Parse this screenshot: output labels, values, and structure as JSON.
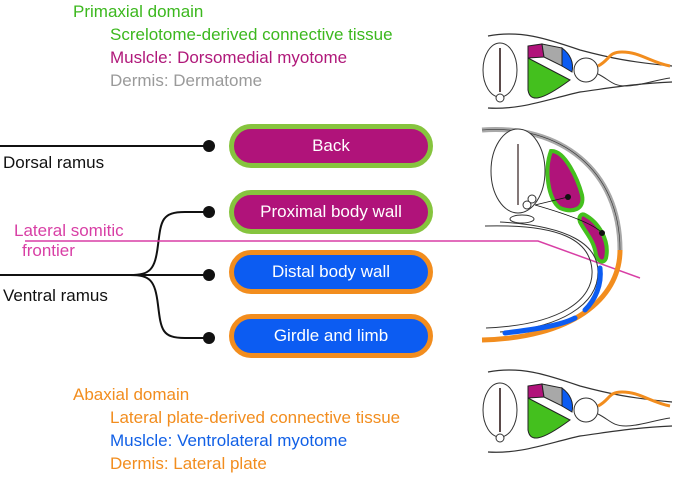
{
  "primaxial": {
    "title": "Primaxial domain",
    "connective": "Screlotome-derived connective tissue",
    "muscle": "Muslcle: Dorsomedial myotome",
    "dermis": "Dermis: Dermatome"
  },
  "abaxial": {
    "title": "Abaxial domain",
    "connective": "Lateral plate-derived connective tissue",
    "muscle": "Muslcle: Ventrolateral myotome",
    "dermis": "Dermis: Lateral plate"
  },
  "nerves": {
    "dorsal": "Dorsal ramus",
    "ventral": "Ventral ramus"
  },
  "frontier": {
    "line1": "Lateral somitic",
    "line2": "frontier"
  },
  "targets": [
    {
      "label": "Back",
      "domain": "primaxial"
    },
    {
      "label": "Proximal body wall",
      "domain": "primaxial"
    },
    {
      "label": "Distal body wall",
      "domain": "abaxial"
    },
    {
      "label": "Girdle and limb",
      "domain": "abaxial"
    }
  ],
  "colors": {
    "primaxial_green": "#3cb81e",
    "muscle_magenta": "#b0137a",
    "dermatome_grey": "#a8a8a8",
    "abaxial_orange": "#f28d1e",
    "abaxial_blue": "#0c5cf2",
    "frontier_pink": "#d83fa5"
  }
}
